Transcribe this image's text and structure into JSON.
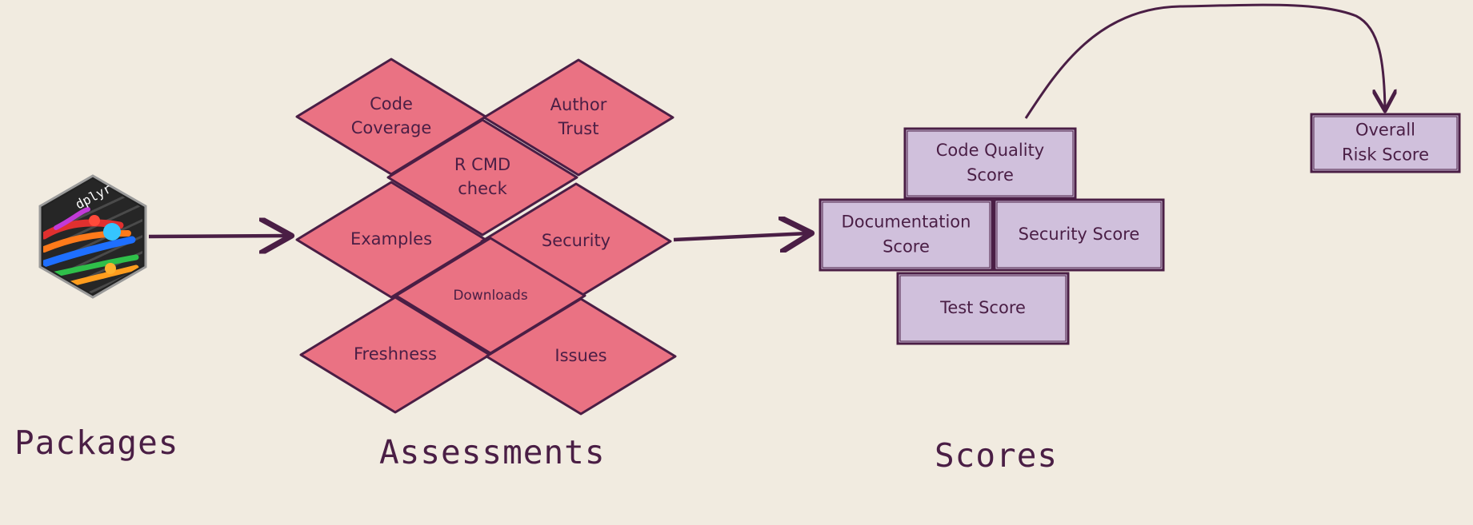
{
  "colors": {
    "background": "#f1ebe0",
    "ink": "#4a1e45",
    "assessment_fill": "#ea7283",
    "score_fill": "#d0c0dc"
  },
  "package": {
    "logo_text": "dplyr",
    "icon": "dplyr-hex-logo-icon"
  },
  "sections": {
    "packages": "Packages",
    "assessments": "Assessments",
    "scores": "Scores"
  },
  "assessments": {
    "code_coverage": [
      "Code",
      "Coverage"
    ],
    "author_trust": [
      "Author",
      "Trust"
    ],
    "r_cmd_check": [
      "R CMD",
      "check"
    ],
    "examples": [
      "Examples"
    ],
    "security": [
      "Security"
    ],
    "downloads": [
      "Downloads"
    ],
    "freshness": [
      "Freshness"
    ],
    "issues": [
      "Issues"
    ]
  },
  "scores": {
    "code_quality": [
      "Code Quality",
      "Score"
    ],
    "documentation": [
      "Documentation",
      "Score"
    ],
    "security": [
      "Security Score"
    ],
    "test": [
      "Test Score"
    ],
    "overall": [
      "Overall",
      "Risk Score"
    ]
  }
}
